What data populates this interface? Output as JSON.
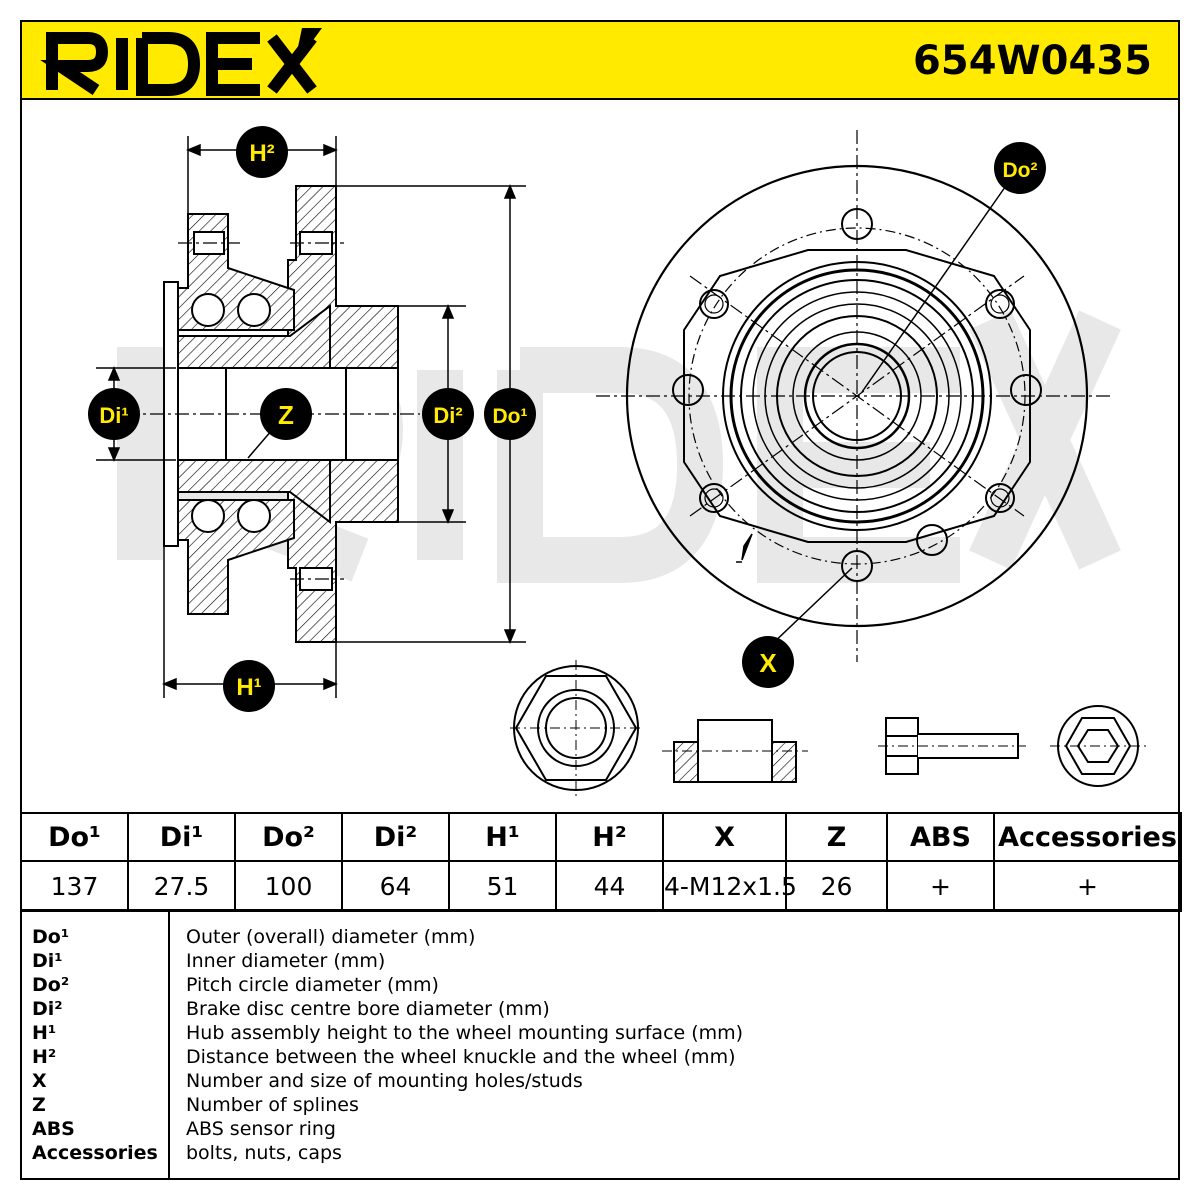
{
  "header": {
    "brand": "RIDEX",
    "part_number": "654W0435",
    "colors": {
      "header_bg": "#ffea00",
      "label_bg": "#000000",
      "label_text": "#ffea00"
    }
  },
  "drawing_labels": {
    "h2": "H²",
    "h1": "H¹",
    "di1": "Di¹",
    "z": "Z",
    "di2": "Di²",
    "do1": "Do¹",
    "do2": "Do²",
    "x": "X"
  },
  "specs": {
    "columns": [
      "Do¹",
      "Di¹",
      "Do²",
      "Di²",
      "H¹",
      "H²",
      "X",
      "Z",
      "ABS",
      "Accessories"
    ],
    "values": [
      "137",
      "27.5",
      "100",
      "64",
      "51",
      "44",
      "4-M12x1.5",
      "26",
      "+",
      "+"
    ]
  },
  "legend": [
    {
      "key": "Do¹",
      "text": "Outer (overall) diameter (mm)"
    },
    {
      "key": "Di¹",
      "text": "Inner diameter (mm)"
    },
    {
      "key": "Do²",
      "text": "Pitch circle diameter (mm)"
    },
    {
      "key": "Di²",
      "text": "Brake disc centre bore diameter (mm)"
    },
    {
      "key": "H¹",
      "text": "Hub assembly height to the wheel mounting surface (mm)"
    },
    {
      "key": "H²",
      "text": "Distance between the wheel knuckle and the wheel (mm)"
    },
    {
      "key": "X",
      "text": "Number and size of mounting holes/studs"
    },
    {
      "key": "Z",
      "text": "Number of splines"
    },
    {
      "key": "ABS",
      "text": "ABS sensor ring"
    },
    {
      "key": "Accessories",
      "text": "bolts, nuts, caps"
    }
  ]
}
